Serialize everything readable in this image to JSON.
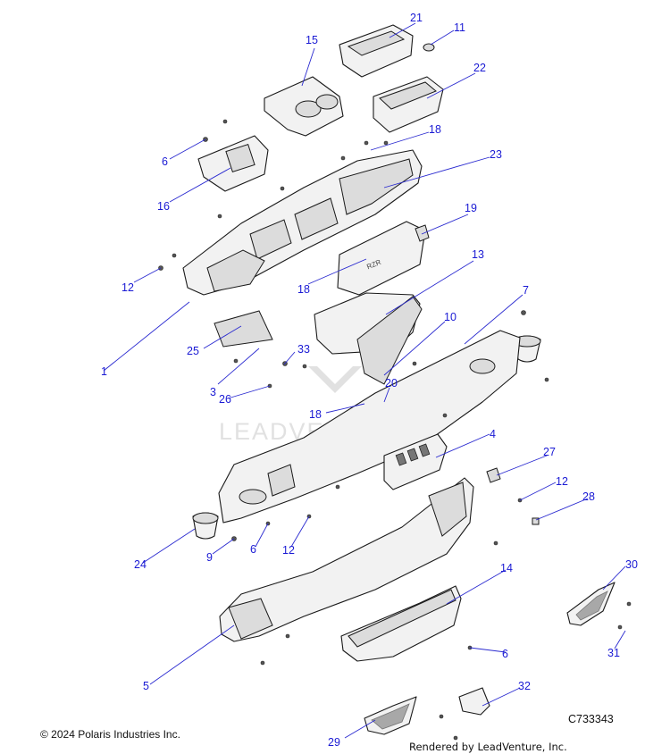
{
  "footer": {
    "copyright": "© 2024 Polaris Industries Inc.",
    "figure_code": "C733343",
    "rendered_by": "Rendered by LeadVenture, Inc."
  },
  "watermark": {
    "text": "LEADVENTURE"
  },
  "callouts": [
    {
      "label": "1"
    },
    {
      "label": "3"
    },
    {
      "label": "4"
    },
    {
      "label": "5"
    },
    {
      "label": "6"
    },
    {
      "label": "6"
    },
    {
      "label": "6"
    },
    {
      "label": "7"
    },
    {
      "label": "9"
    },
    {
      "label": "10"
    },
    {
      "label": "11"
    },
    {
      "label": "12"
    },
    {
      "label": "12"
    },
    {
      "label": "12"
    },
    {
      "label": "13"
    },
    {
      "label": "14"
    },
    {
      "label": "15"
    },
    {
      "label": "16"
    },
    {
      "label": "18"
    },
    {
      "label": "18"
    },
    {
      "label": "18"
    },
    {
      "label": "19"
    },
    {
      "label": "20"
    },
    {
      "label": "21"
    },
    {
      "label": "22"
    },
    {
      "label": "23"
    },
    {
      "label": "24"
    },
    {
      "label": "25"
    },
    {
      "label": "26"
    },
    {
      "label": "27"
    },
    {
      "label": "28"
    },
    {
      "label": "29"
    },
    {
      "label": "30"
    },
    {
      "label": "31"
    },
    {
      "label": "32"
    },
    {
      "label": "33"
    }
  ]
}
